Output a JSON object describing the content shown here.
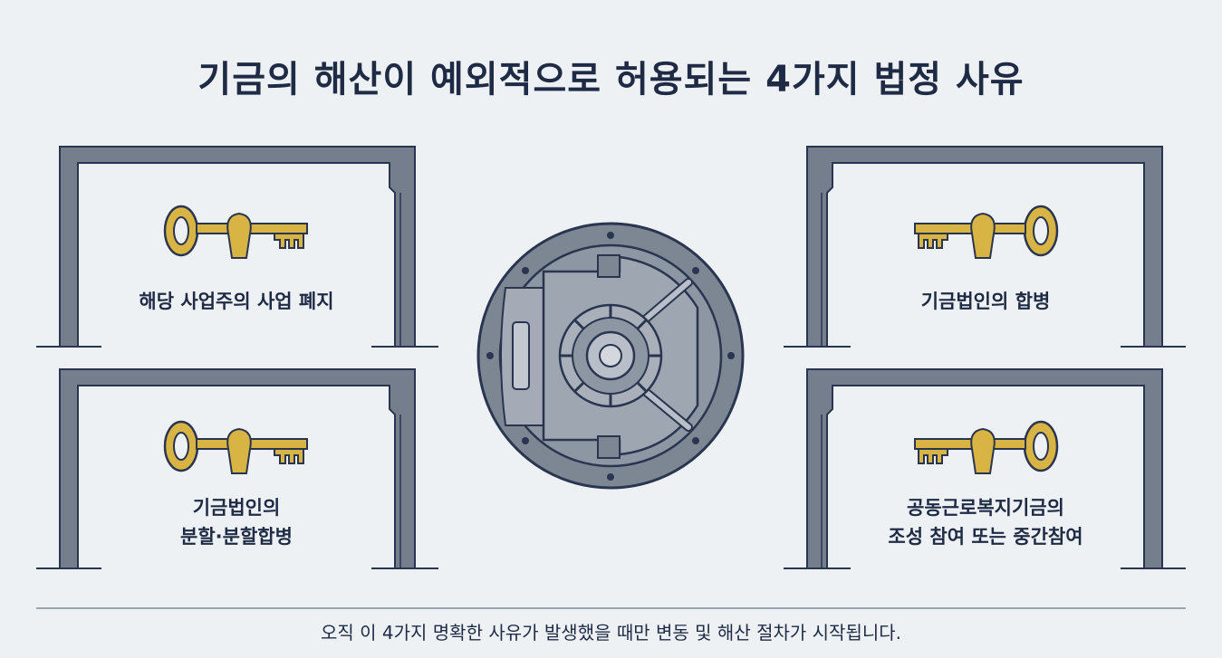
{
  "title": "기금의 해산이 예외적으로 허용되는 4가지 법정 사유",
  "reasons": [
    {
      "label": "해당 사업주의 사업 폐지",
      "icon": "key-icon"
    },
    {
      "label": "기금법인의 합병",
      "icon": "key-icon"
    },
    {
      "label_line1": "기금법인의",
      "label_line2": "분할·분할합병",
      "icon": "key-icon"
    },
    {
      "label_line1": "공동근로복지기금의",
      "label_line2": "조성 참여 또는 중간참여",
      "icon": "key-icon"
    }
  ],
  "center_icon": "vault-door-icon",
  "footer": "오직 이 4가지 명확한 사유가 발생했을 때만 변동 및 해산 절차가 시작됩니다.",
  "colors": {
    "background": "#eef1f4",
    "frame": "#747e8c",
    "frame_outline": "#2a3550",
    "key": "#d8b445",
    "vault": "#8d96a3",
    "text": "#1f2b45"
  }
}
